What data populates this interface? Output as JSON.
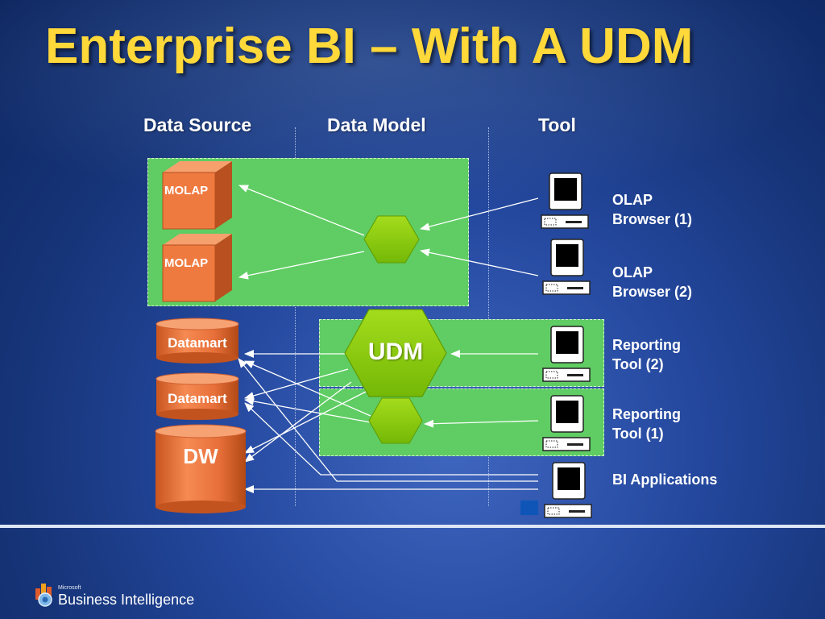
{
  "slide": {
    "title": "Enterprise BI – With A UDM"
  },
  "columns": {
    "data_source": "Data Source",
    "data_model": "Data Model",
    "tool": "Tool"
  },
  "data_sources": {
    "molap_1": "MOLAP",
    "molap_2": "MOLAP",
    "datamart_1": "Datamart",
    "datamart_2": "Datamart",
    "dw": "DW"
  },
  "model": {
    "udm": "UDM"
  },
  "tools": {
    "olap_browser_1": [
      "OLAP",
      "Browser (1)"
    ],
    "olap_browser_2": [
      "OLAP",
      "Browser (2)"
    ],
    "reporting_tool_2": [
      "Reporting",
      "Tool (2)"
    ],
    "reporting_tool_1": [
      "Reporting",
      "Tool (1)"
    ],
    "bi_applications": [
      "BI Applications"
    ]
  },
  "footer": {
    "brand_small": "Microsoft",
    "brand": "Business Intelligence"
  },
  "colors": {
    "title": "#ffd83a",
    "zone": "#5fcd63",
    "hexagon": "#8ccb10",
    "molap": "#f07c43",
    "cylinder": "#f07c43"
  },
  "icons": [
    "computer-icon",
    "business-intelligence-logo-icon"
  ]
}
